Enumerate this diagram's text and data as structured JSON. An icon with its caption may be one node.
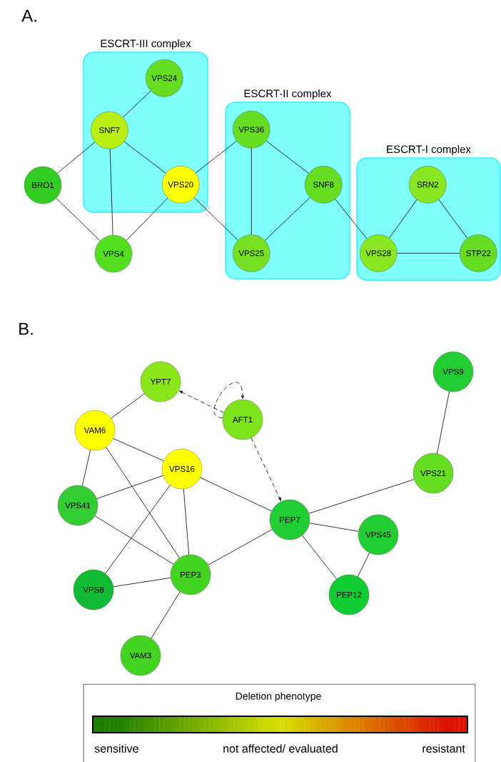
{
  "diagram": {
    "nodes": [
      {
        "text": [
          "ESCRT-III complex"
        ]
      },
      {
        "text": [
          "ESCRT-II complex"
        ]
      },
      {
        "text": [
          "ESCRT-I complex"
        ]
      },
      {
        "text": [
          "VPS24"
        ],
        "in": 0
      },
      {
        "text": [
          "SNF7"
        ],
        "in": 0
      },
      {
        "text": [
          "BRO1"
        ]
      },
      {
        "text": [
          "VPS20"
        ],
        "in": 0
      },
      {
        "text": [
          "VPS4"
        ]
      },
      {
        "text": [
          "VPS36"
        ],
        "in": 1
      },
      {
        "text": [
          "SNF8"
        ],
        "in": 1
      },
      {
        "text": [
          "VPS25"
        ],
        "in": 1
      },
      {
        "text": [
          "SRN2"
        ],
        "in": 2
      },
      {
        "text": [
          "VPS28"
        ],
        "in": 2
      },
      {
        "text": [
          "STP22"
        ],
        "in": 2
      },
      {
        "text": [
          "YPT7"
        ]
      },
      {
        "text": [
          "AFT1"
        ]
      },
      {
        "text": [
          "VPS9"
        ]
      },
      {
        "text": [
          "VAM6"
        ]
      },
      {
        "text": [
          "VPS16"
        ]
      },
      {
        "text": [
          "VPS41"
        ]
      },
      {
        "text": [
          "VPS21"
        ]
      },
      {
        "text": [
          "PEP7"
        ]
      },
      {
        "text": [
          "VPS45"
        ]
      },
      {
        "text": [
          "PEP3"
        ]
      },
      {
        "text": [
          "VPS8"
        ]
      },
      {
        "text": [
          "PEP12"
        ]
      },
      {
        "text": [
          "VAM3"
        ]
      }
    ],
    "edges": [
      {
        "from": 3,
        "to": 4,
        "arrow": "none"
      },
      {
        "from": 4,
        "to": 5,
        "arrow": "none"
      },
      {
        "from": 4,
        "to": 6,
        "arrow": "none"
      },
      {
        "from": 4,
        "to": 7,
        "arrow": "none"
      },
      {
        "from": 5,
        "to": 7,
        "arrow": "none"
      },
      {
        "from": 6,
        "to": 7,
        "arrow": "none"
      },
      {
        "from": 6,
        "to": 8,
        "arrow": "none"
      },
      {
        "from": 6,
        "to": 10,
        "arrow": "none"
      },
      {
        "from": 8,
        "to": 10,
        "arrow": "none"
      },
      {
        "from": 8,
        "to": 9,
        "arrow": "none"
      },
      {
        "from": 9,
        "to": 10,
        "arrow": "none"
      },
      {
        "from": 9,
        "to": 12,
        "arrow": "none"
      },
      {
        "from": 11,
        "to": 12,
        "arrow": "none"
      },
      {
        "from": 11,
        "to": 13,
        "arrow": "none"
      },
      {
        "from": 12,
        "to": 13,
        "arrow": "none"
      },
      {
        "from": 14,
        "to": 17,
        "arrow": "none"
      },
      {
        "from": 15,
        "to": 14,
        "arrow": "to",
        "style": "dashed"
      },
      {
        "from": 15,
        "to": 15,
        "arrow": "to",
        "style": "dashed"
      },
      {
        "from": 15,
        "to": 21,
        "arrow": "to",
        "style": "dashed"
      },
      {
        "from": 16,
        "to": 20,
        "arrow": "none"
      },
      {
        "from": 17,
        "to": 18,
        "arrow": "none"
      },
      {
        "from": 17,
        "to": 19,
        "arrow": "none"
      },
      {
        "from": 17,
        "to": 23,
        "arrow": "none"
      },
      {
        "from": 18,
        "to": 19,
        "arrow": "none"
      },
      {
        "from": 18,
        "to": 24,
        "arrow": "none"
      },
      {
        "from": 18,
        "to": 23,
        "arrow": "none"
      },
      {
        "from": 18,
        "to": 21,
        "arrow": "none"
      },
      {
        "from": 19,
        "to": 23,
        "arrow": "none"
      },
      {
        "from": 24,
        "to": 23,
        "arrow": "none"
      },
      {
        "from": 23,
        "to": 21,
        "arrow": "none"
      },
      {
        "from": 23,
        "to": 26,
        "arrow": "none"
      },
      {
        "from": 21,
        "to": 20,
        "arrow": "none"
      },
      {
        "from": 21,
        "to": 22,
        "arrow": "none"
      },
      {
        "from": 21,
        "to": 25,
        "arrow": "none"
      },
      {
        "from": 22,
        "to": 25,
        "arrow": "none"
      }
    ],
    "labels": [
      "A.",
      "B.",
      "Deletion phenotype"
    ],
    "legend": [
      {
        "text": "sensitive",
        "color": "#1e8000"
      },
      {
        "text": "not affected/ evaluated",
        "color": "#d8e000"
      },
      {
        "text": "resistant",
        "color": "#dd1500"
      }
    ]
  }
}
